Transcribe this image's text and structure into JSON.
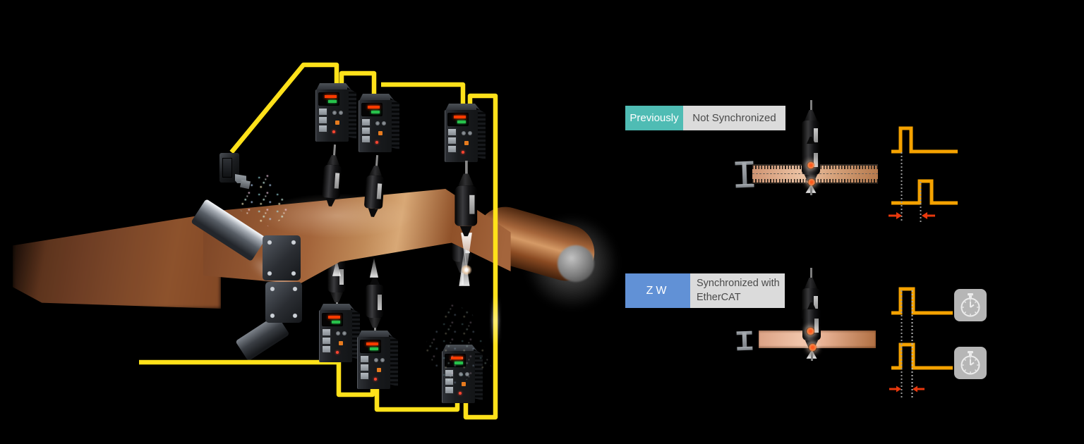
{
  "labels": {
    "previously_tag": "Previously",
    "previously_title": "Not Synchronized",
    "zw_tag": "ZW",
    "zw_title_line1": "Synchronized with",
    "zw_title_line2": "EtherCAT"
  },
  "colors": {
    "previously_tag_bg": "#4FBCB4",
    "zw_tag_bg": "#6191D6",
    "title_bg": "#DBDBDB",
    "title_text": "#4A4A4A",
    "waveform_orange": "#F5A200",
    "arrow_red": "#E8380D",
    "cable_yellow": "#FFE11A",
    "copper_strip": "#B5794E",
    "background": "#000000"
  },
  "icons": {
    "stopwatch_label": "stopwatch",
    "stopwatch": "⏱"
  }
}
